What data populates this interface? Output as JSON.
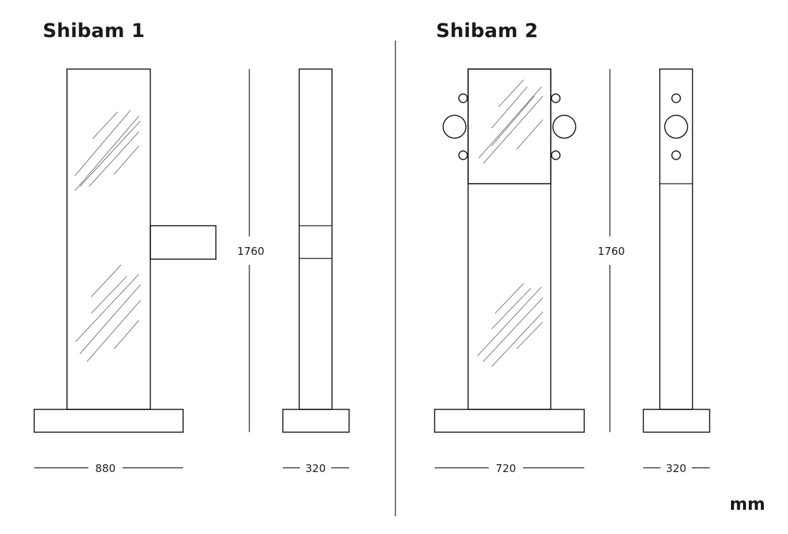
{
  "products": [
    {
      "title": "Shibam 1",
      "height": "1760",
      "front_width": "880",
      "side_width": "320"
    },
    {
      "title": "Shibam 2",
      "height": "1760",
      "front_width": "720",
      "side_width": "320"
    }
  ],
  "units": "mm",
  "colors": {
    "line": "#1a1a1a",
    "background": "#ffffff"
  }
}
